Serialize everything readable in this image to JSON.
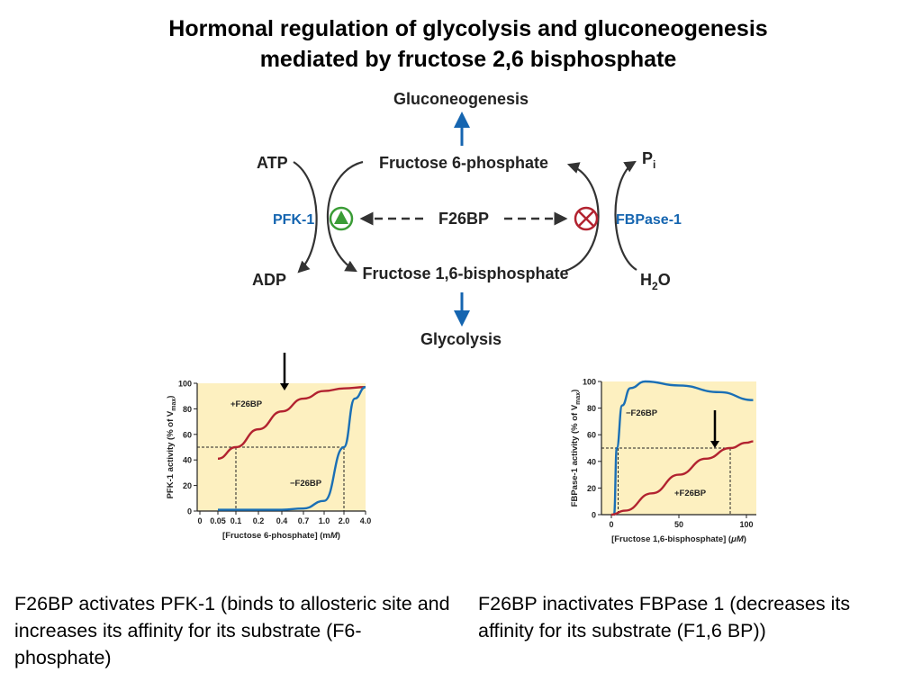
{
  "title": {
    "line1": "Hormonal regulation of glycolysis and gluconeogenesis",
    "line2": "mediated by fructose 2,6 bisphosphate"
  },
  "pathway": {
    "gluconeogenesis": "Gluconeogenesis",
    "f6p": "Fructose 6-phosphate",
    "f26bp": "F26BP",
    "f16bp": "Fructose 1,6-bisphosphate",
    "glycolysis": "Glycolysis",
    "atp": "ATP",
    "adp": "ADP",
    "pfk": "PFK-1",
    "fbpase": "FBPase-1",
    "pi_main": "P",
    "pi_sub": "i",
    "h2o_h": "H",
    "h2o_sub": "2",
    "h2o_o": "O",
    "colors": {
      "enzyme": "#1565b0",
      "activator": "#3a9c36",
      "inhibitor": "#b22330",
      "arrow": "#333333"
    }
  },
  "chart_data": [
    {
      "type": "line",
      "ylabel_main": "PFK-1 activity (% of V",
      "ylabel_sub": "max",
      "ylabel_end": ")",
      "xlabel_main": "[Fructose 6-phosphate] (m",
      "xlabel_unit": "M",
      "xlabel_end": ")",
      "x_ticks": [
        "0",
        "0.05",
        "0.1",
        "0.2",
        "0.4",
        "0.7",
        "1.0",
        "2.0",
        "4.0"
      ],
      "y_ticks": [
        "0",
        "20",
        "40",
        "60",
        "80",
        "100"
      ],
      "ylim": [
        0,
        100
      ],
      "series": [
        {
          "name": "+F26BP",
          "color": "#b22330",
          "points": [
            [
              0.05,
              41
            ],
            [
              0.1,
              50
            ],
            [
              0.2,
              64
            ],
            [
              0.4,
              78
            ],
            [
              0.7,
              88
            ],
            [
              1.0,
              94
            ],
            [
              2.0,
              96
            ],
            [
              4.0,
              97
            ]
          ]
        },
        {
          "name": "−F26BP",
          "color": "#1a6fb5",
          "points": [
            [
              0.05,
              1
            ],
            [
              0.4,
              1
            ],
            [
              0.7,
              2
            ],
            [
              1.0,
              8
            ],
            [
              2.0,
              50
            ],
            [
              3.0,
              88
            ],
            [
              4.0,
              97
            ]
          ]
        }
      ],
      "half_max_markers": [
        0.1,
        2.0
      ],
      "background": "#fdf0c0"
    },
    {
      "type": "line",
      "ylabel_main": "FBPase-1 activity (% of V",
      "ylabel_sub": "max",
      "ylabel_end": ")",
      "xlabel_main": "[Fructose 1,6-bisphosphate] (",
      "xlabel_unit": "μM",
      "xlabel_end": ")",
      "x_ticks": [
        "0",
        "50",
        "100"
      ],
      "y_ticks": [
        "0",
        "20",
        "40",
        "60",
        "80",
        "100"
      ],
      "xlim": [
        0,
        105
      ],
      "ylim": [
        0,
        100
      ],
      "series": [
        {
          "name": "−F26BP",
          "color": "#1a6fb5",
          "points": [
            [
              2,
              0
            ],
            [
              4,
              50
            ],
            [
              8,
              82
            ],
            [
              14,
              95
            ],
            [
              25,
              100
            ],
            [
              50,
              97
            ],
            [
              80,
              92
            ],
            [
              105,
              86
            ]
          ]
        },
        {
          "name": "+F26BP",
          "color": "#b22330",
          "points": [
            [
              0,
              0
            ],
            [
              10,
              3
            ],
            [
              30,
              16
            ],
            [
              50,
              30
            ],
            [
              70,
              42
            ],
            [
              88,
              50
            ],
            [
              100,
              54
            ],
            [
              105,
              55
            ]
          ]
        }
      ],
      "half_max_markers": [
        5,
        88
      ],
      "background": "#fdf0c0"
    }
  ],
  "captions": {
    "left": "F26BP activates PFK-1 (binds to allosteric site and increases its affinity for its substrate (F6-phosphate)",
    "right": "F26BP inactivates FBPase 1 (decreases its affinity for its substrate (F1,6 BP))"
  }
}
